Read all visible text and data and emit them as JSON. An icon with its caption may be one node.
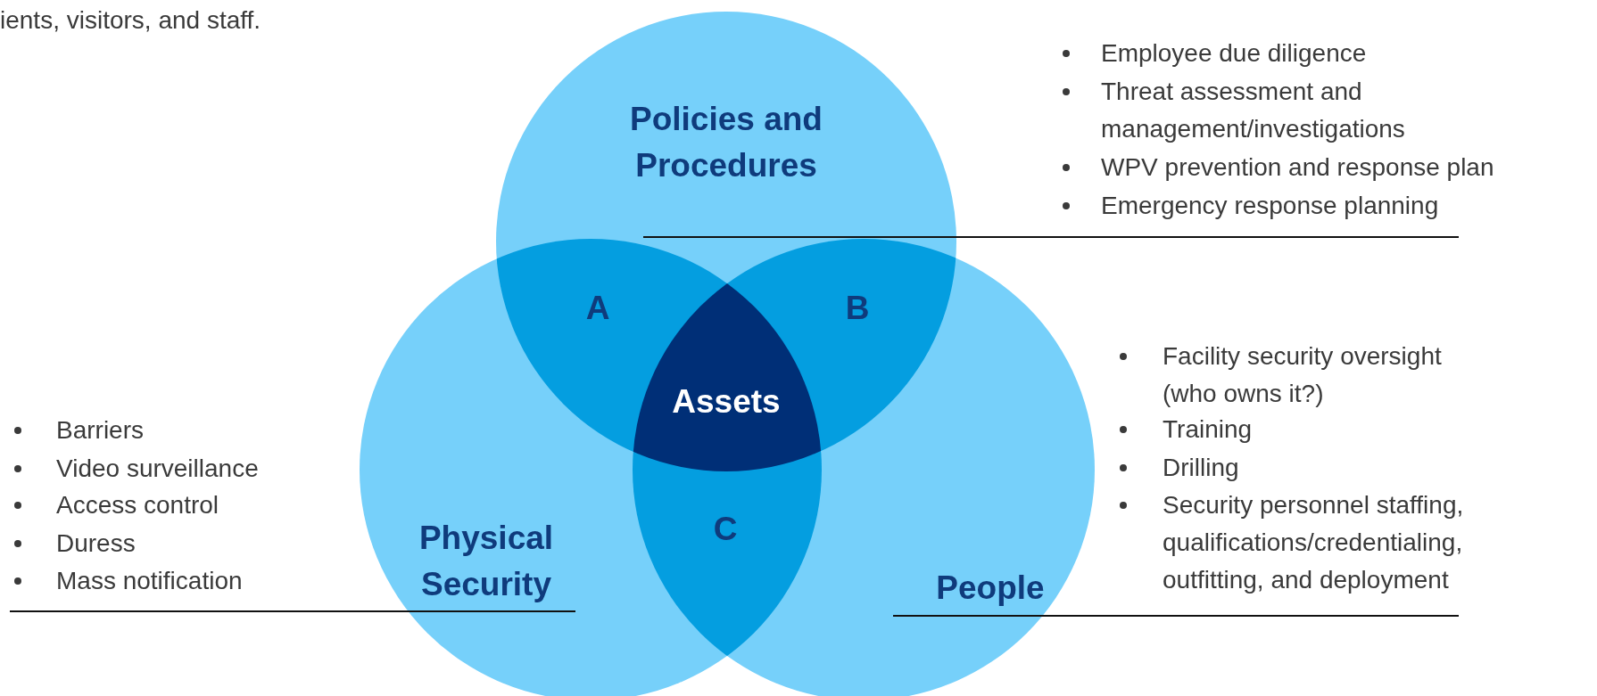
{
  "diagram": {
    "nodes": [
      {
        "text": [
          "Policies and Procedures"
        ]
      },
      {
        "text": [
          "Physical Security"
        ]
      },
      {
        "text": [
          "People"
        ]
      }
    ],
    "edges": [],
    "labels": [
      "ients, visitors, and staff.",
      "Employee due diligence",
      "Threat assessment and management/investigations",
      "WPV prevention and response plan",
      "Emergency response planning",
      "A",
      "B",
      "Assets",
      "Facility security oversight (who owns it?)",
      "Training",
      "Drilling",
      "Security personnel staffing, qualifications/credentialing, outfitting, and deployment",
      "Barriers",
      "Video surveillance",
      "Access control",
      "Duress",
      "Mass notification",
      "C"
    ]
  }
}
